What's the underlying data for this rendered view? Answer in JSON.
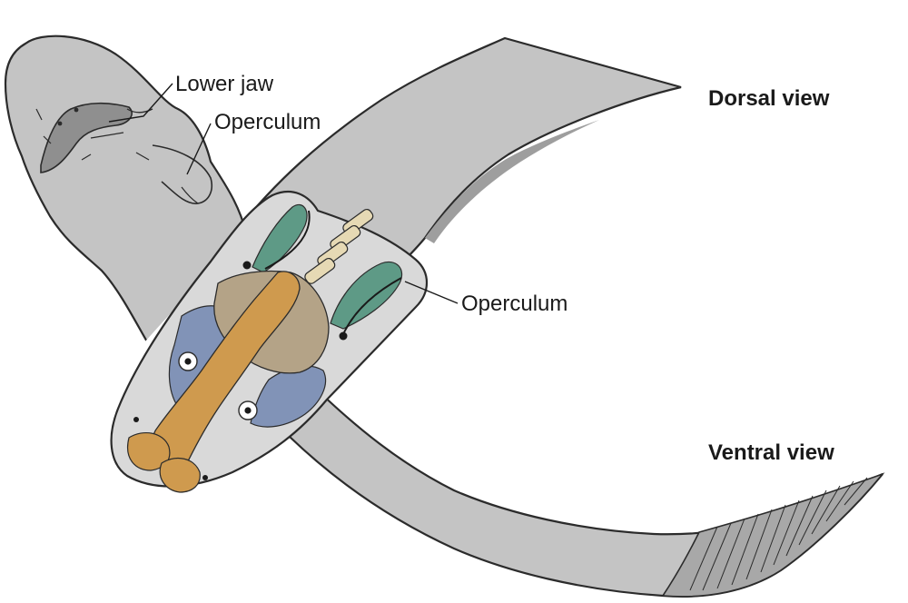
{
  "labels": {
    "lower_jaw": "Lower jaw",
    "operculum_left": "Operculum",
    "operculum_right": "Operculum",
    "dorsal_view": "Dorsal view",
    "ventral_view": "Ventral view"
  },
  "colors": {
    "body_fill": "#c4c4c4",
    "body_stroke": "#2b2b2b",
    "shadow": "#9e9e9e",
    "head_window": "#d9d9d9",
    "green_gill": "#5e9a86",
    "brain_tan": "#b4a387",
    "bone_orange": "#cf9a4e",
    "bone_blue": "#8193b7",
    "vertebra": "#e6d9b4"
  }
}
